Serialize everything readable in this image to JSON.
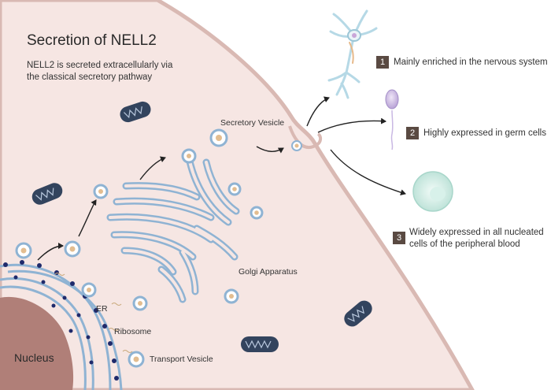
{
  "title": "Secretion of NELL2",
  "subtitle": "NELL2 is secreted extracellularly via the classical secretory pathway",
  "labels": {
    "secretory_vesicle": "Secretory Vesicle",
    "golgi": "Golgi Apparatus",
    "er": "ER",
    "ribosome": "Ribosome",
    "transport_vesicle": "Transport Vesicle",
    "nucleus": "Nucleus"
  },
  "facts": [
    {
      "number": "1",
      "text": "Mainly enriched in the nervous system",
      "icon": "neuron-icon"
    },
    {
      "number": "2",
      "text": "Highly expressed in germ cells",
      "icon": "sperm-cell-icon"
    },
    {
      "number": "3",
      "text": "Widely expressed in all nucleated cells of the peripheral blood",
      "icon": "blood-cell-icon"
    }
  ],
  "colors": {
    "cytoplasm": "#f6e6e3",
    "membrane": "#d9b9b3",
    "nucleus": "#b07f78",
    "organelle_outline": "#8fb3d3",
    "mitochondria": "#33445e",
    "ribosome": "#1f2a6b",
    "badge": "#5a4a42"
  }
}
